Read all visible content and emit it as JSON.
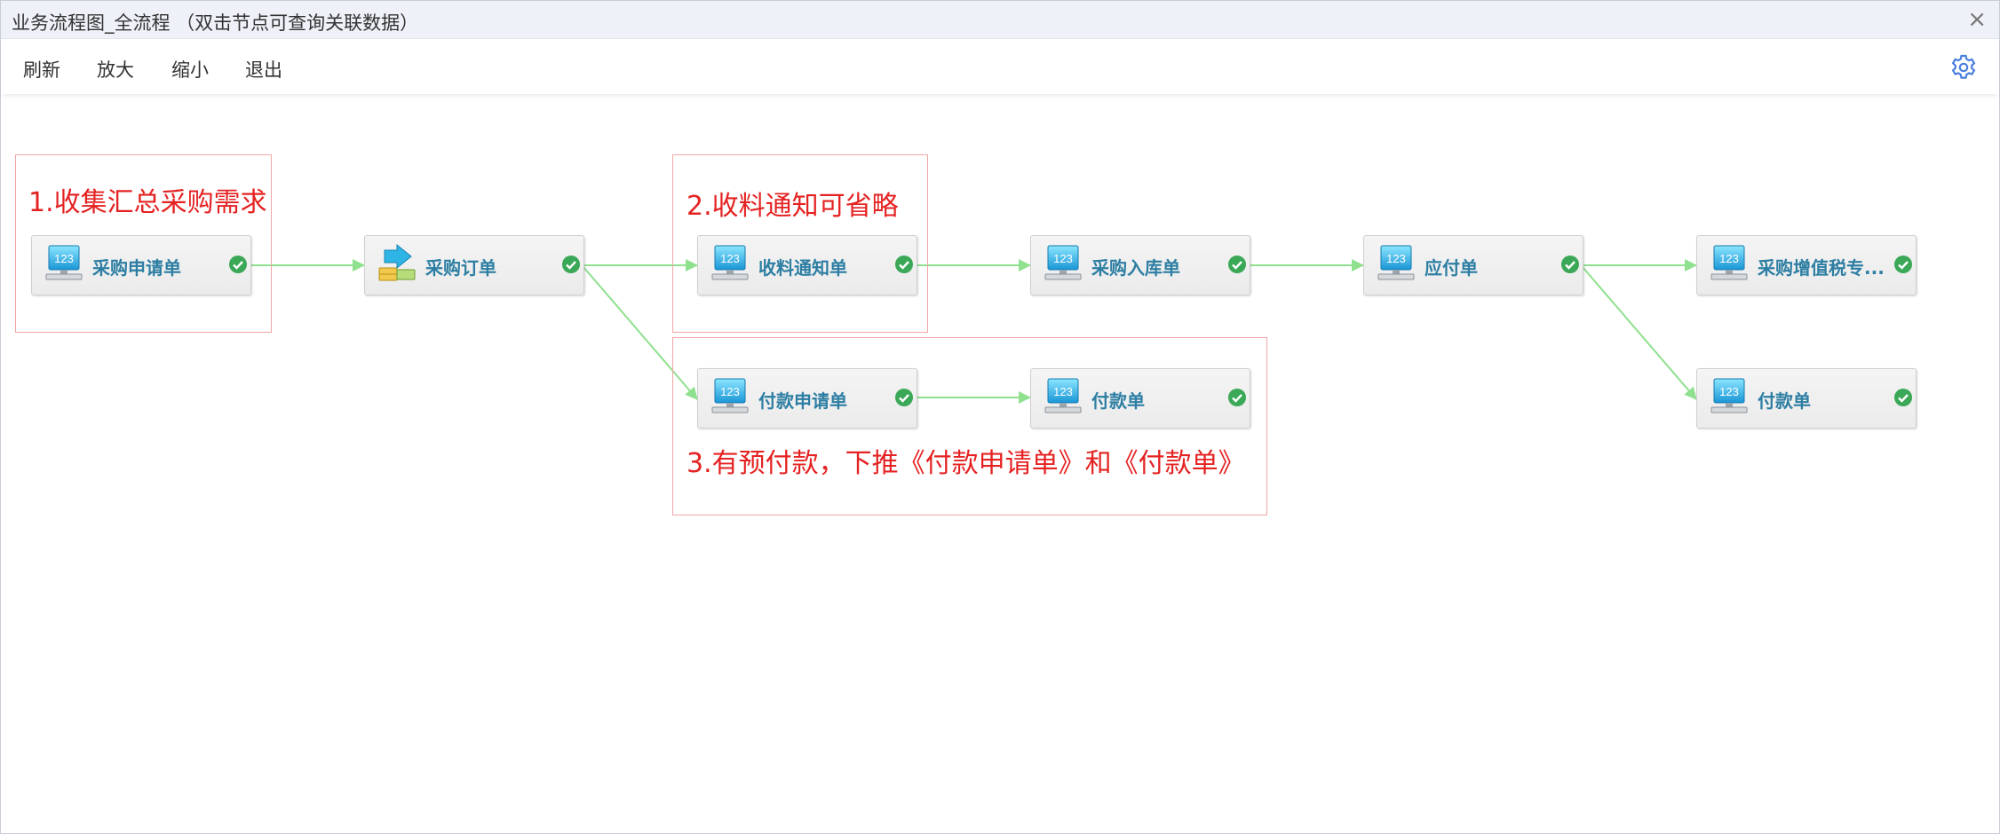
{
  "window": {
    "title": "业务流程图_全流程 （双击节点可查询关联数据）",
    "close_glyph": "×"
  },
  "toolbar": {
    "refresh": "刷新",
    "zoom_in": "放大",
    "zoom_out": "缩小",
    "exit": "退出",
    "settings_icon": "gear-icon"
  },
  "annotations": {
    "a1": "1.收集汇总采购需求",
    "a2": "2.收料通知可省略",
    "a3": "3.有预付款，下推《付款申请单》和《付款单》"
  },
  "nodes": {
    "purchase_request": "采购申请单",
    "purchase_order": "采购订单",
    "receipt_notice": "收料通知单",
    "purchase_inbound": "采购入库单",
    "payable": "应付单",
    "vat_invoice": "采购增值税专...",
    "payment_request": "付款申请单",
    "payment_1": "付款单",
    "payment_2": "付款单"
  },
  "colors": {
    "annotation_red": "#e52222",
    "annotation_border": "#f2a5a5",
    "node_label": "#2d7ea3",
    "edge_green": "#8fe08f",
    "check_green": "#3aa856"
  }
}
